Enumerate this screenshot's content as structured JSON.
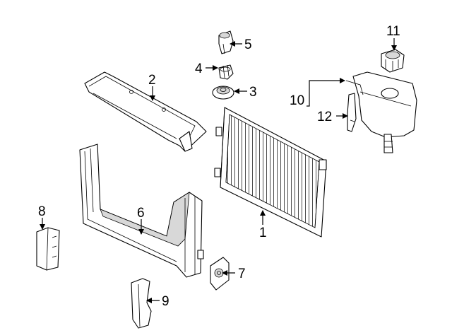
{
  "colors": {
    "line": "#000000",
    "background": "#ffffff",
    "shade": "#d8d8d8"
  },
  "callouts": {
    "c1": "1",
    "c2": "2",
    "c3": "3",
    "c4": "4",
    "c5": "5",
    "c6": "6",
    "c7": "7",
    "c8": "8",
    "c9": "9",
    "c10": "10",
    "c11": "11",
    "c12": "12"
  }
}
